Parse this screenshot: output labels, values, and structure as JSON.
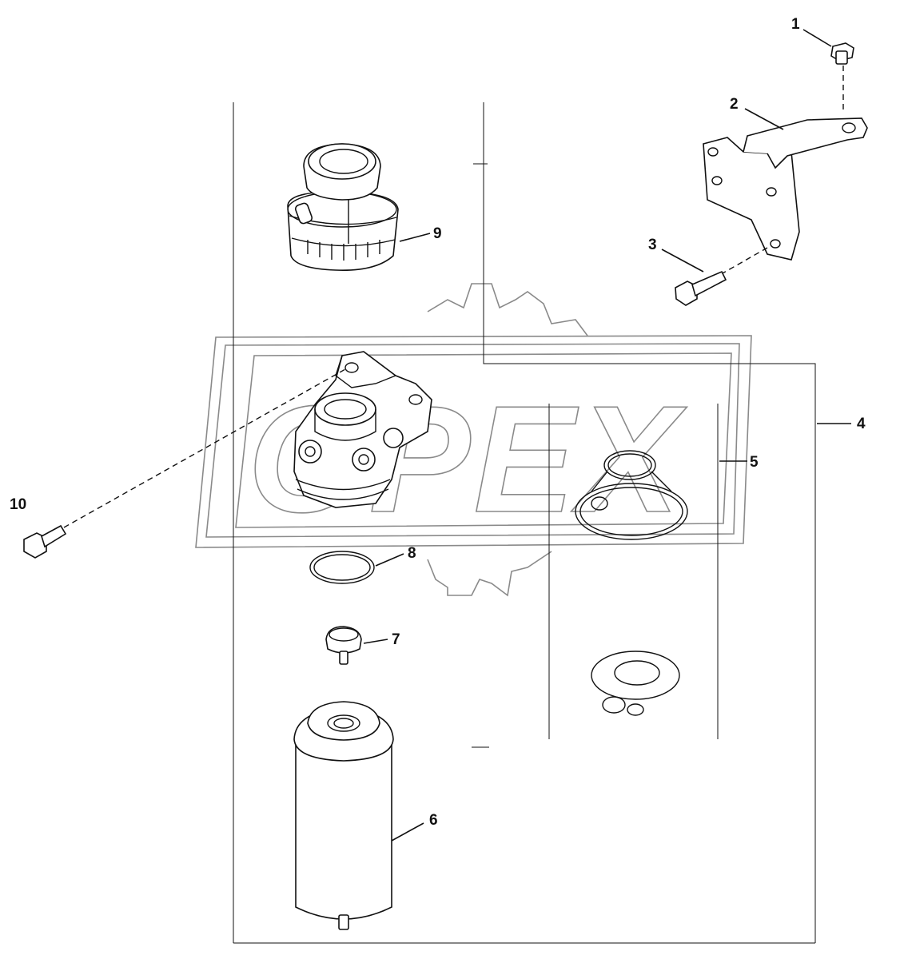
{
  "watermark": {
    "text": "OPEX"
  },
  "callouts": [
    "1",
    "2",
    "3",
    "4",
    "5",
    "6",
    "7",
    "8",
    "9",
    "10"
  ]
}
